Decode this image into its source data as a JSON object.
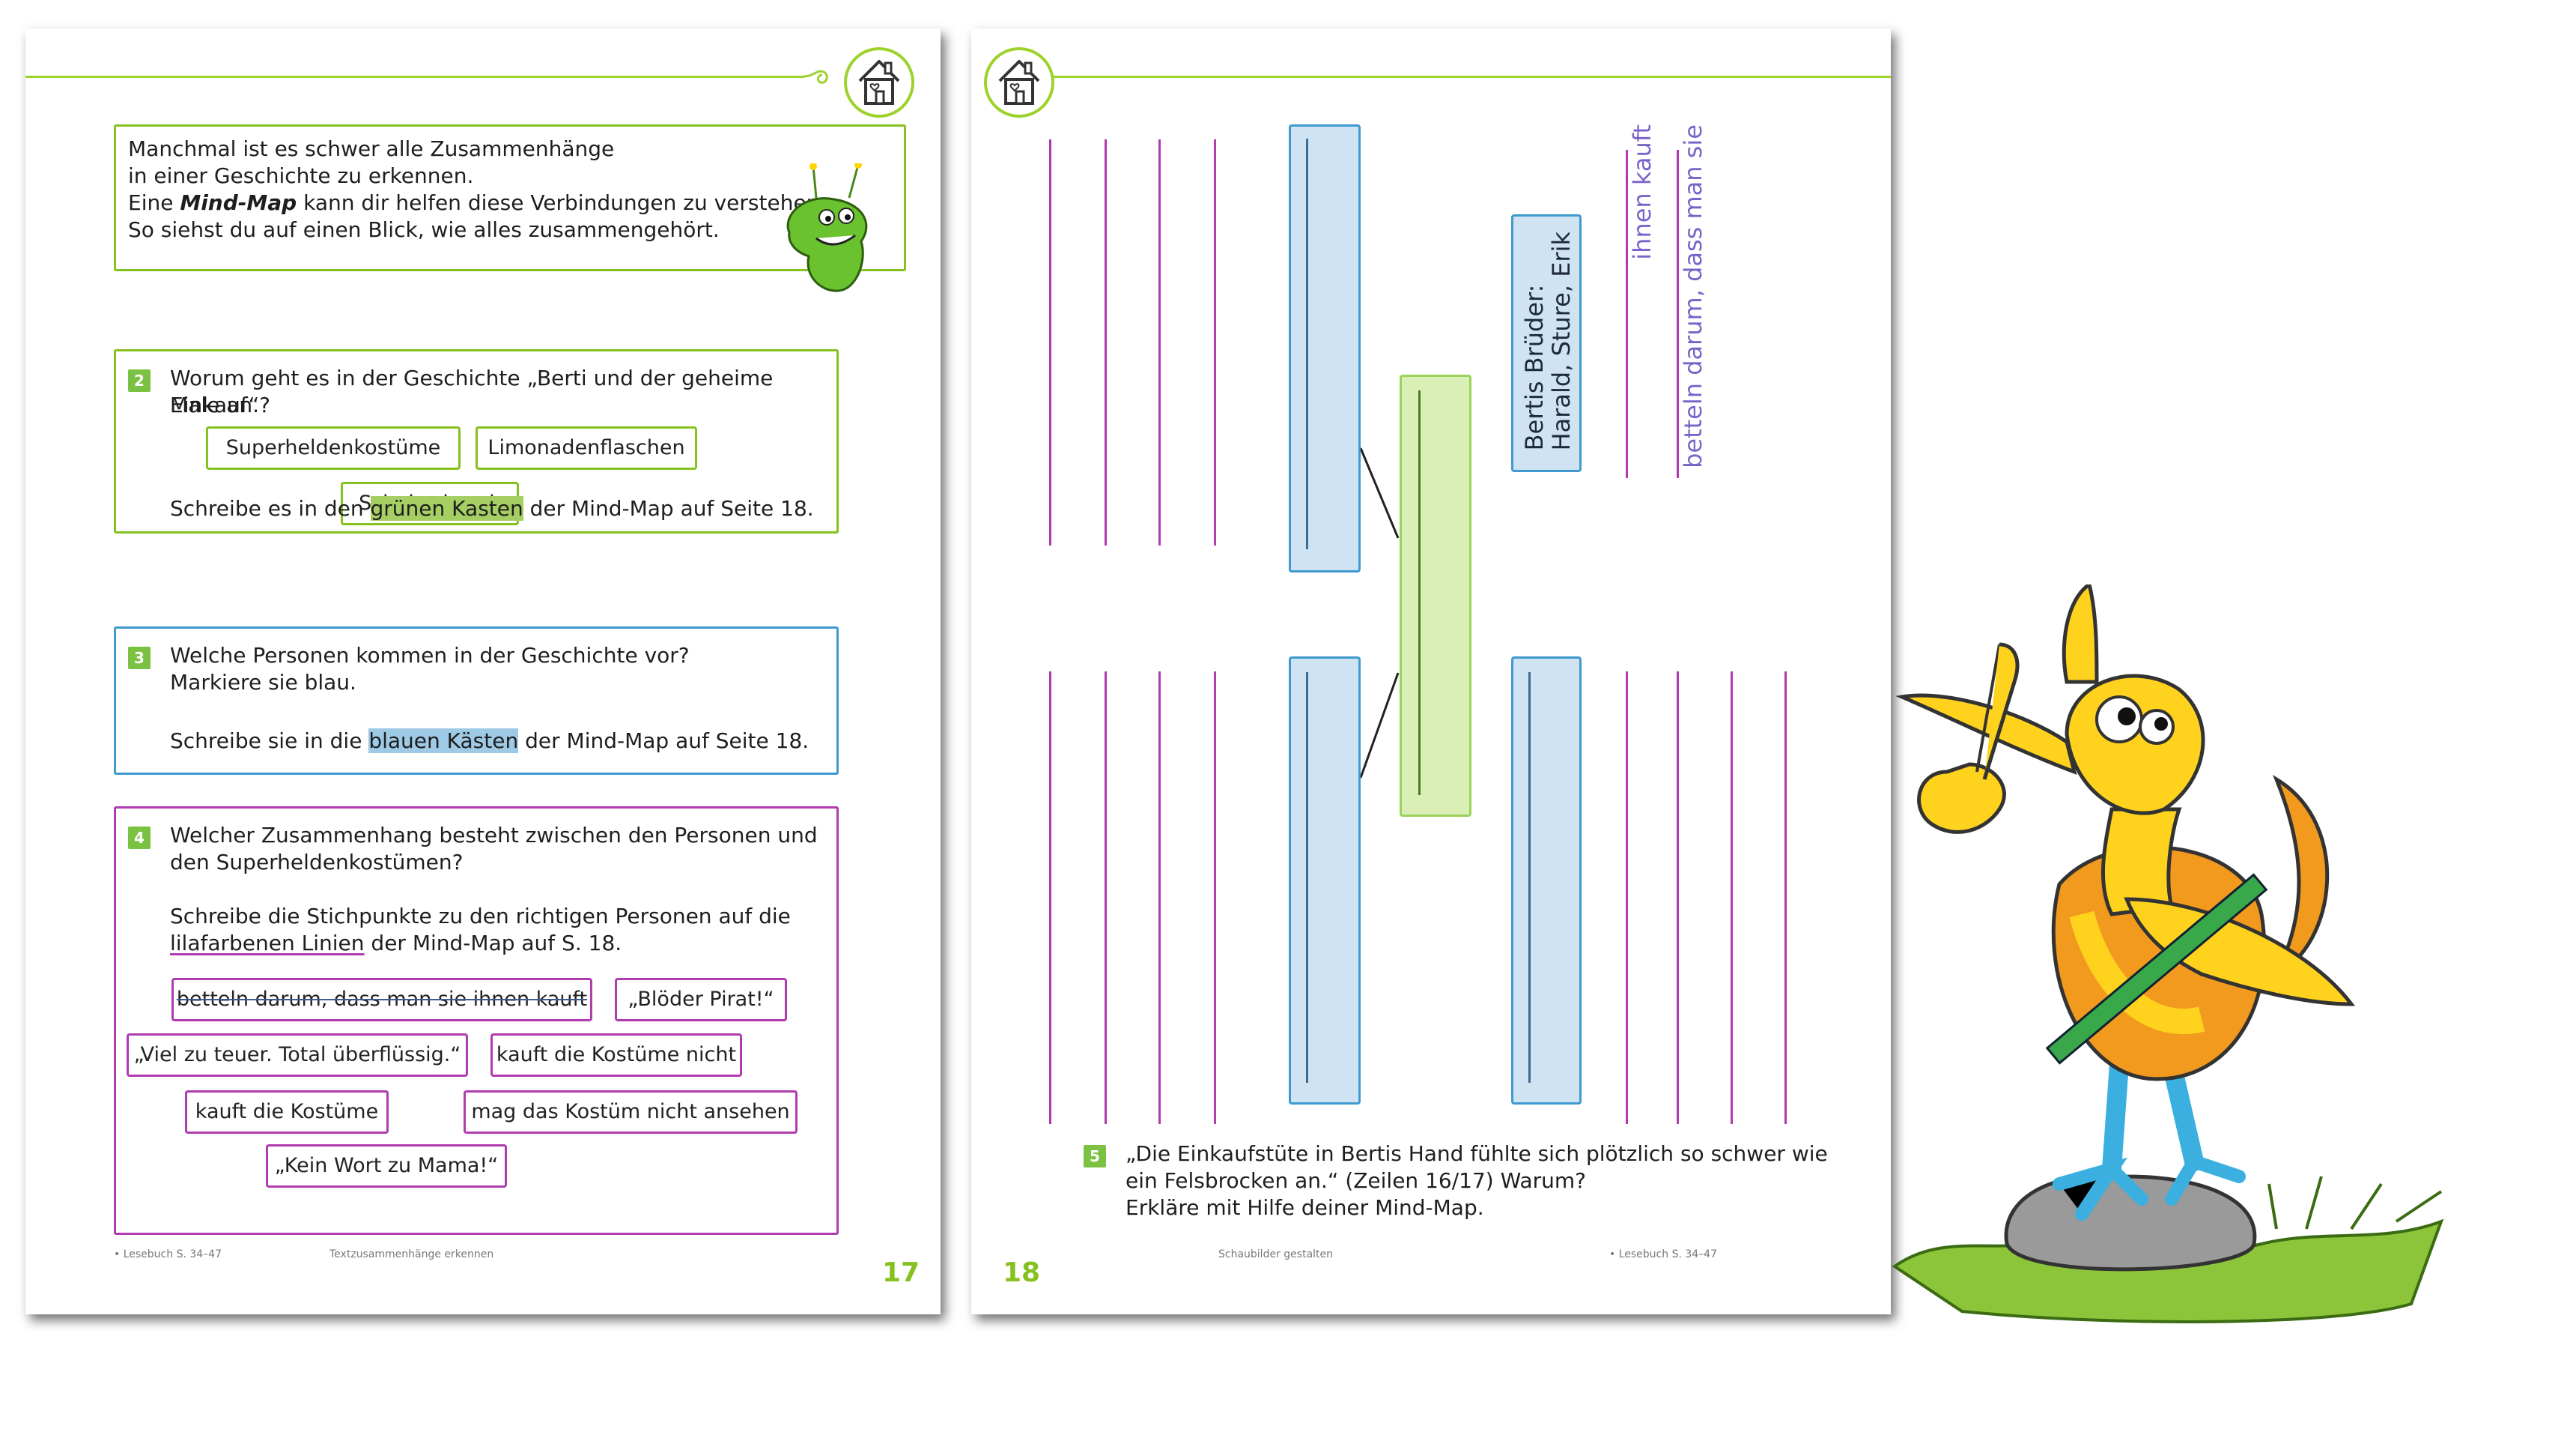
{
  "left_page": {
    "intro": {
      "line1": "Manchmal ist es schwer alle Zusammenhänge",
      "line2": "in einer Geschichte zu erkennen.",
      "line3_pre": "Eine ",
      "line3_em": "Mind-Map",
      "line3_post": " kann dir helfen diese Verbindungen zu verstehen.",
      "line4": "So siehst du auf einen Blick, wie alles zusammengehört."
    },
    "task2": {
      "number": "2",
      "q1": "Worum geht es in der Geschichte „Berti und der geheime Einkauf“?",
      "q2": "Male an.",
      "chips": [
        "Superheldenkostüme",
        "Limonadenflaschen",
        "Schuhschrank"
      ],
      "w_pre": "Schreibe es in den ",
      "w_hl": "grünen Kasten",
      "w_post": " der Mind-Map auf Seite 18."
    },
    "task3": {
      "number": "3",
      "q1": "Welche Personen kommen in der Geschichte vor?",
      "q2": "Markiere sie blau.",
      "w_pre": "Schreibe sie in die ",
      "w_hl": "blauen Kästen",
      "w_post": " der Mind-Map auf Seite 18."
    },
    "task4": {
      "number": "4",
      "q1": "Welcher Zusammenhang besteht zwischen den Personen und",
      "q2": "den Superheldenkostümen?",
      "w1": "Schreibe die Stichpunkte zu den richtigen Personen auf die",
      "w2_ul": "lilafarbenen Linien",
      "w2_post": " der Mind-Map auf S. 18.",
      "chips": [
        "betteln darum, dass man sie ihnen kauft",
        "„Blöder Pirat!“",
        "„Viel zu teuer. Total überflüssig.“",
        "kauft die Kostüme nicht",
        "kauft die Kostüme",
        "mag das Kostüm nicht ansehen",
        "„Kein Wort zu Mama!“"
      ]
    },
    "footer_ref": "• Lesebuch S. 34–47",
    "footer_topic": "Textzusammenhänge erkennen",
    "page_number": "17"
  },
  "right_page": {
    "handwriting": {
      "brothers1": "Bertis Brüder:",
      "brothers2": "Harald, Sture, Erik",
      "note1": "betteln darum, dass man sie",
      "note2": "ihnen kauft"
    },
    "task5": {
      "number": "5",
      "l1": "„Die Einkaufstüte in Bertis Hand fühlte sich plötzlich so schwer wie",
      "l2": "ein Felsbrocken an.“ (Zeilen 16/17) Warum?",
      "l3": "Erkläre mit Hilfe deiner Mind-Map."
    },
    "page_number": "18",
    "footer_topic": "Schaubilder gestalten",
    "footer_ref": "• Lesebuch S. 34–47"
  },
  "colors": {
    "green": "#86c21f",
    "blue": "#3f9ad0",
    "purple": "#b03cb0",
    "mindmap_blue_fill": "#cfe3f3",
    "mindmap_green_fill": "#d9efb6"
  },
  "icons": [
    "house-icon",
    "monster-icon",
    "bird-mascot-icon"
  ]
}
